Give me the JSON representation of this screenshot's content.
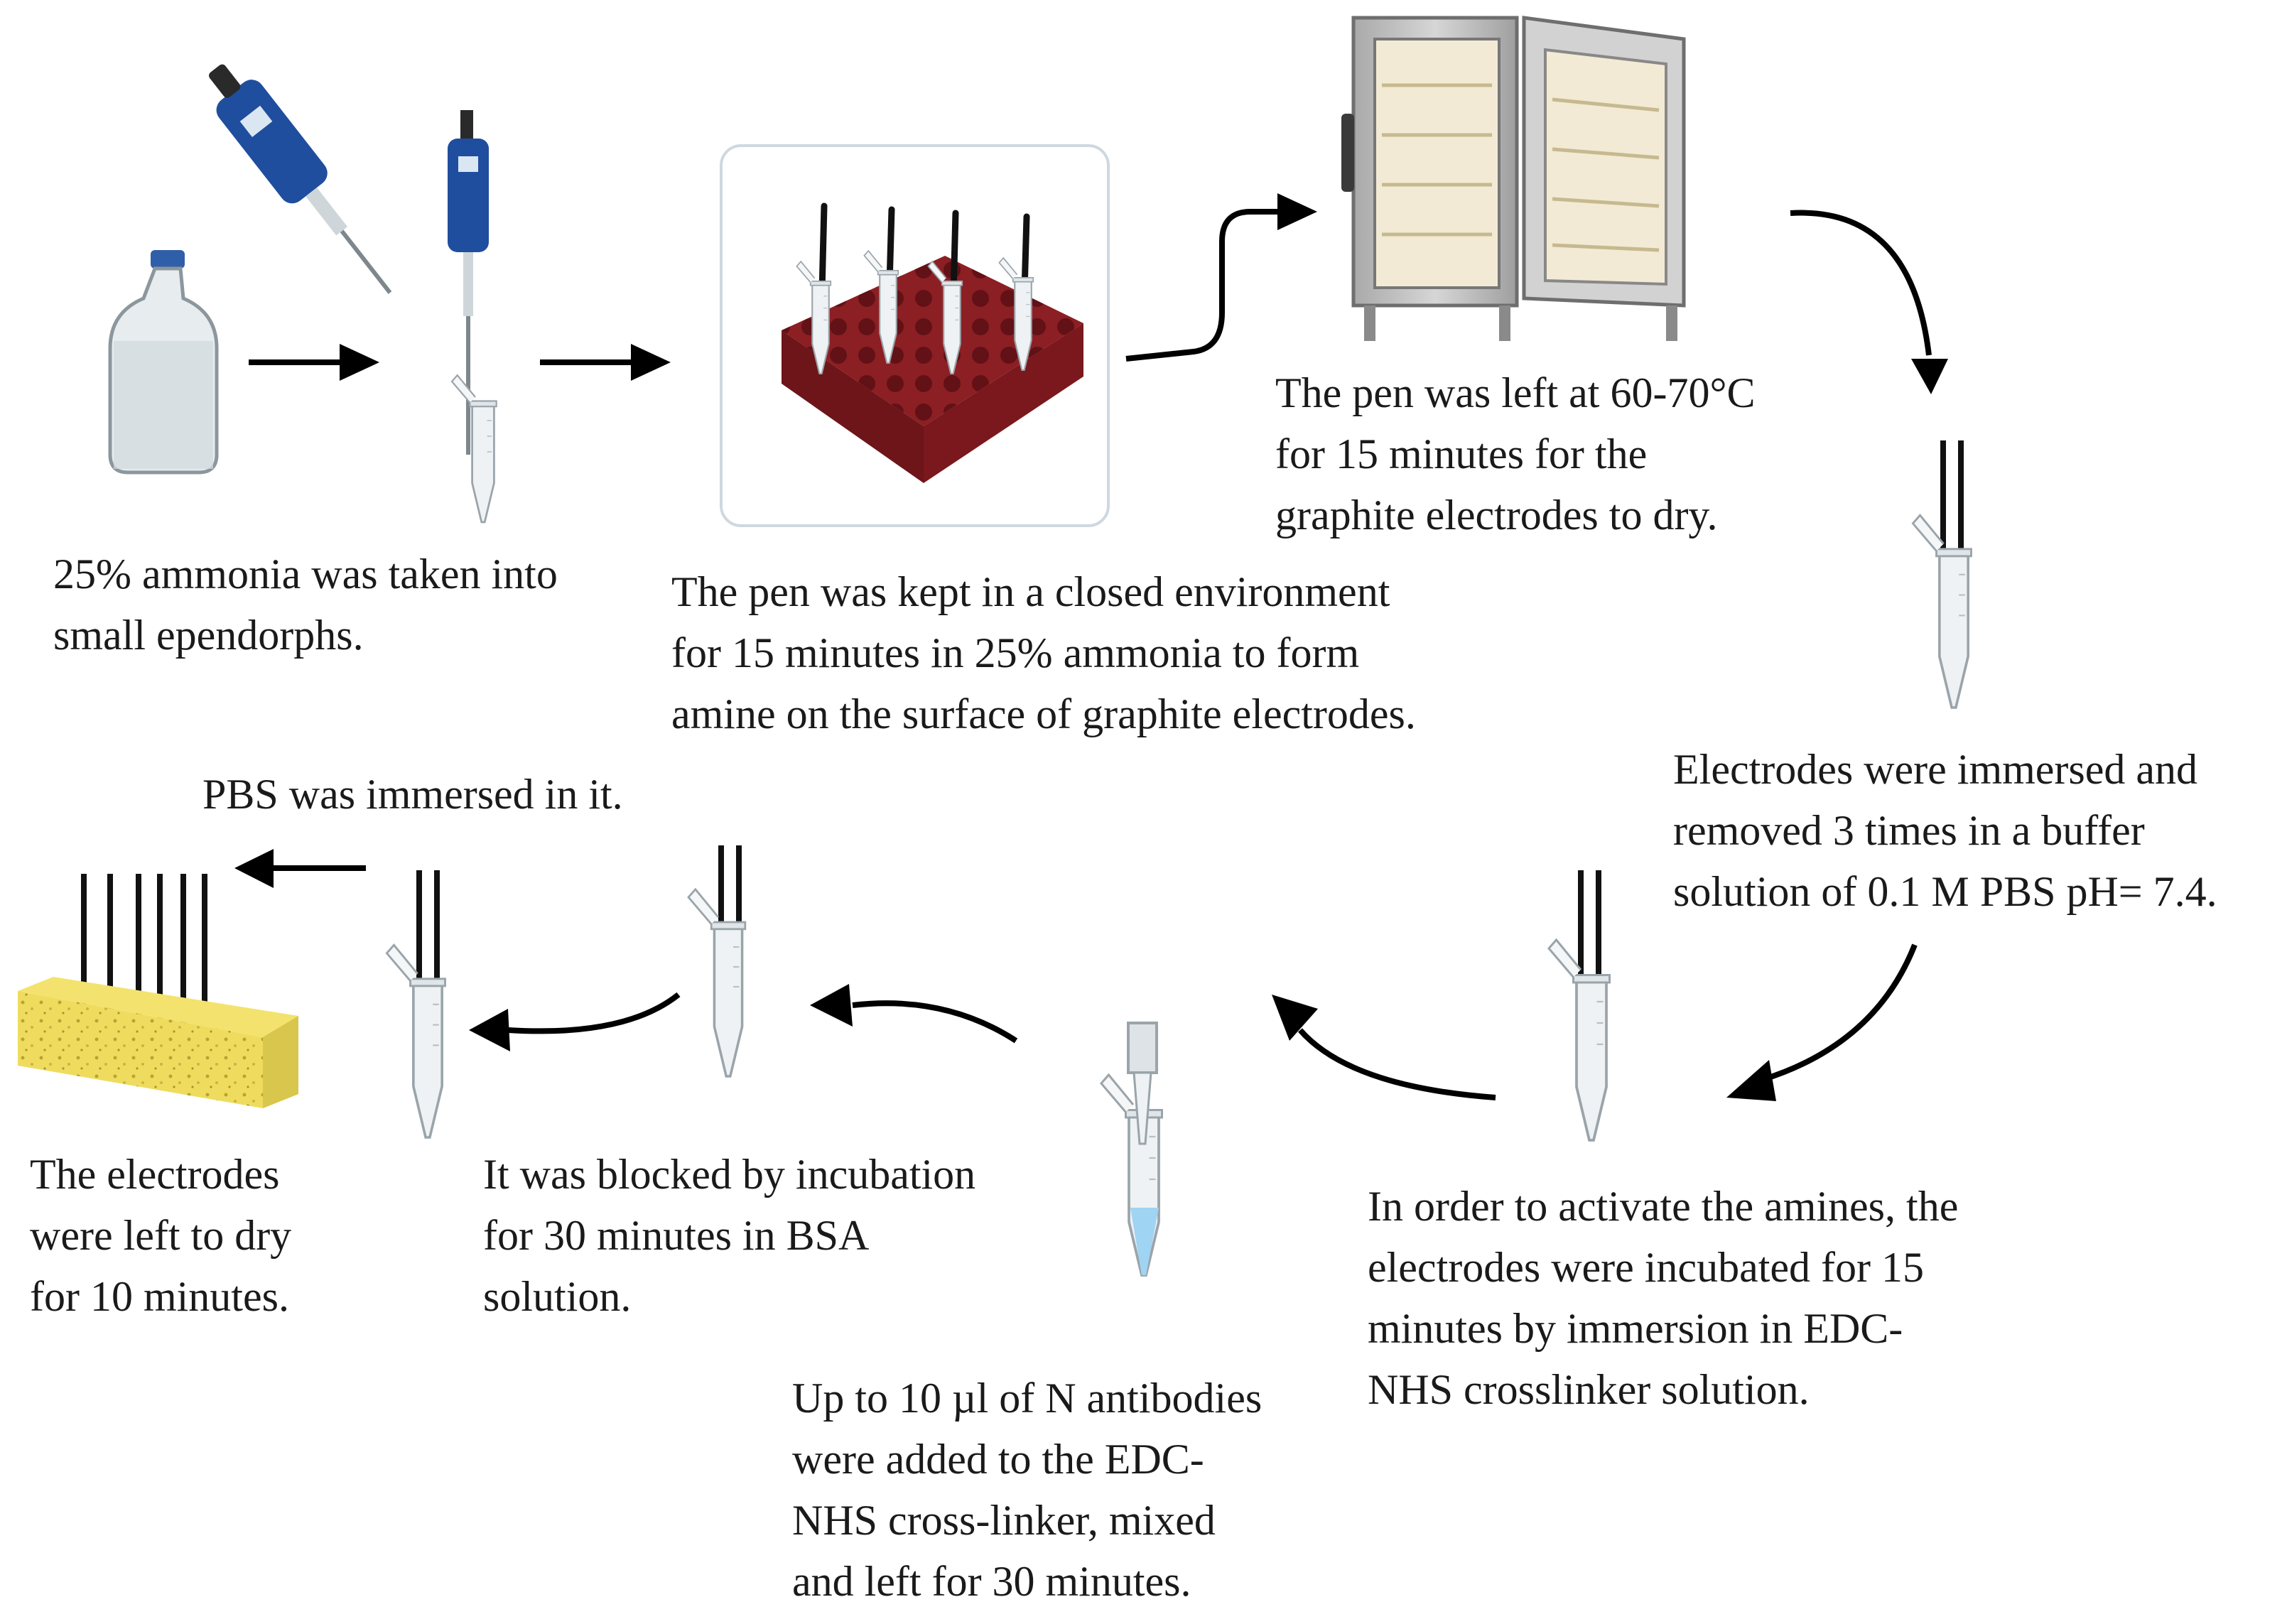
{
  "colors": {
    "pipette_blue": "#1f4e9e",
    "rack_red": "#8c1f24",
    "sponge_yellow": "#efdc5e",
    "oven_grey": "#b9b9b9",
    "oven_interior": "#f2ead4",
    "liquid_blue": "#9fd4f2",
    "arrow": "#000000",
    "text": "#1a1a1a"
  },
  "icons": [
    "bottle-icon",
    "pipette-icon",
    "tube-icon",
    "tube-rack-icon",
    "oven-icon",
    "sponge-icon",
    "arrow-icon"
  ],
  "steps": {
    "ammonia": [
      "25% ammonia was taken into",
      "small ependorphs."
    ],
    "closed_env": [
      "The pen was kept in a closed environment",
      "for 15 minutes in 25% ammonia to form",
      "amine on the surface of graphite electrodes."
    ],
    "oven": [
      "The pen was left at 60-70°C",
      "for 15 minutes for the",
      "graphite electrodes to dry."
    ],
    "pbs_wash": [
      "Electrodes were immersed and",
      "removed 3 times in a buffer",
      "solution of 0.1 M PBS pH= 7.4."
    ],
    "activate": [
      "In order to activate the amines, the",
      "electrodes were incubated for 15",
      "minutes by immersion in EDC-",
      "NHS crosslinker solution."
    ],
    "antibodies": [
      "Up to 10 µl of N antibodies",
      "were added to the EDC-",
      "NHS cross-linker, mixed",
      "and left for 30 minutes."
    ],
    "blocked": [
      "It was blocked by incubation",
      "for 30 minutes in BSA",
      "solution."
    ],
    "pbs_immersed": [
      "PBS was immersed in it."
    ],
    "dry": [
      "The electrodes",
      "were left to dry",
      "for 10 minutes."
    ]
  }
}
